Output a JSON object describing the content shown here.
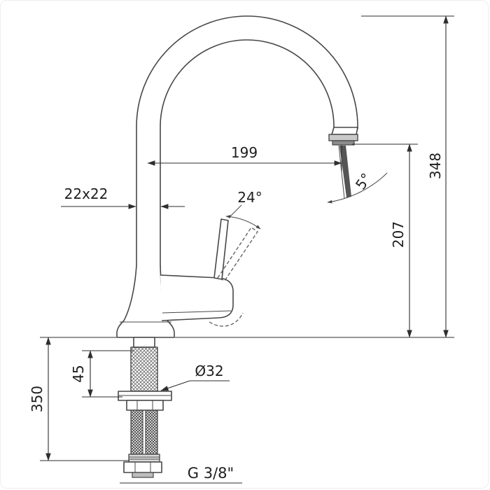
{
  "page": {
    "background": "#ffffff",
    "line_color": "#474747",
    "dimension_color": "#2e2e2e"
  },
  "dimensions": {
    "spout_reach": "199",
    "overall_height": "348",
    "spout_outlet_height": "207",
    "body_cross_section": "22x22",
    "handle_swing_angle": "24°",
    "spray_angle": "5°",
    "mounting_clamp_range": "45",
    "supply_hose_drop": "350",
    "mounting_hole_diameter": "Ø32",
    "connection_thread": "G 3/8\""
  }
}
